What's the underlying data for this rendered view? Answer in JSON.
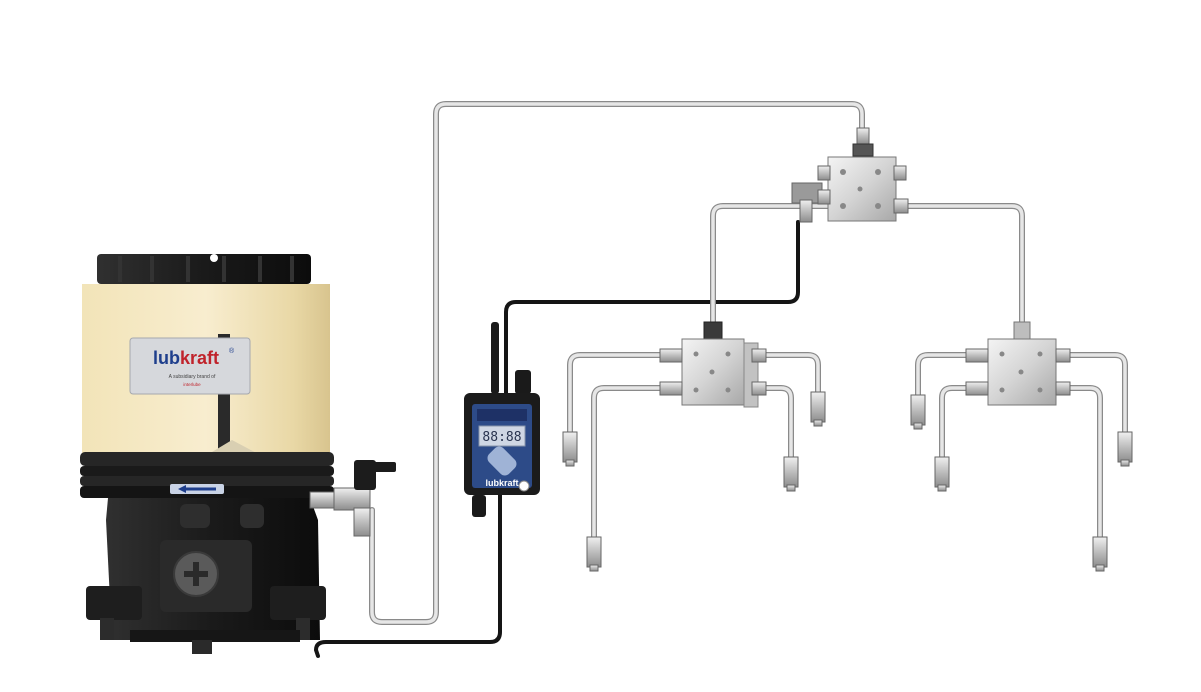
{
  "brand": {
    "name_part1": "lub",
    "name_part2": "kraft",
    "registered": "®",
    "subsidiary_line1": "A subsidiary brand of",
    "subsidiary_line2": "interlube"
  },
  "controller": {
    "display": "88:88",
    "logo_part1": "lub",
    "logo_part2": "kraft"
  },
  "colors": {
    "reservoir": "#f5e8c4",
    "pump_body": "#1c1c1c",
    "pipe": "#d9d9d9",
    "pipe_outline": "#8a8a8a",
    "cable": "#151515",
    "controller_face": "#2d4b88",
    "brand_blue": "#1e3e8c",
    "brand_red": "#c0232b"
  },
  "icons": [
    "plus-icon",
    "arrow-left-icon"
  ]
}
